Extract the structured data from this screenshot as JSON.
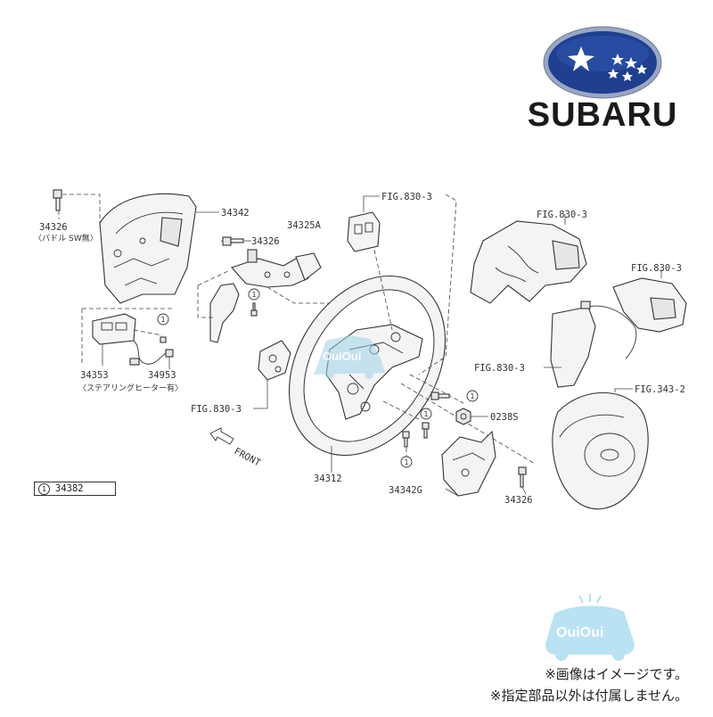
{
  "brand": {
    "name": "SUBARU",
    "logo_icon": "subaru-pleiades-logo",
    "colors": {
      "oval": "#1f3f8f",
      "oval_rim": "#9aa7c4",
      "stars": "#ffffff"
    }
  },
  "watermark": {
    "text": "OuiOui",
    "icon": "car-watermark-icon",
    "color": "#9fd3ea"
  },
  "labels": {
    "p34326_top": "34326",
    "paddle_note": "〈パドル SW無〉",
    "p34342": "34342",
    "p34325A": "34325A",
    "p34326_mid": "34326",
    "fig830_top": "FIG.830-3",
    "fig830_right1": "FIG.830-3",
    "fig830_right2": "FIG.830-3",
    "fig830_mid": "FIG.830-3",
    "fig830_left": "FIG.830-3",
    "fig343": "FIG.343-2",
    "p34353": "34353",
    "p34953": "34953",
    "heater_note": "〈ステアリングヒーター有〉",
    "p0238S": "0238S",
    "p34312": "34312",
    "p34342G": "34342G",
    "p34326_bottom": "34326",
    "front": "FRONT"
  },
  "callout_number": "1",
  "legend": {
    "number": "1",
    "part": "34382"
  },
  "notes": {
    "image_note": "※画像はイメージです。",
    "parts_note": "※指定部品以外は付属しません。"
  }
}
